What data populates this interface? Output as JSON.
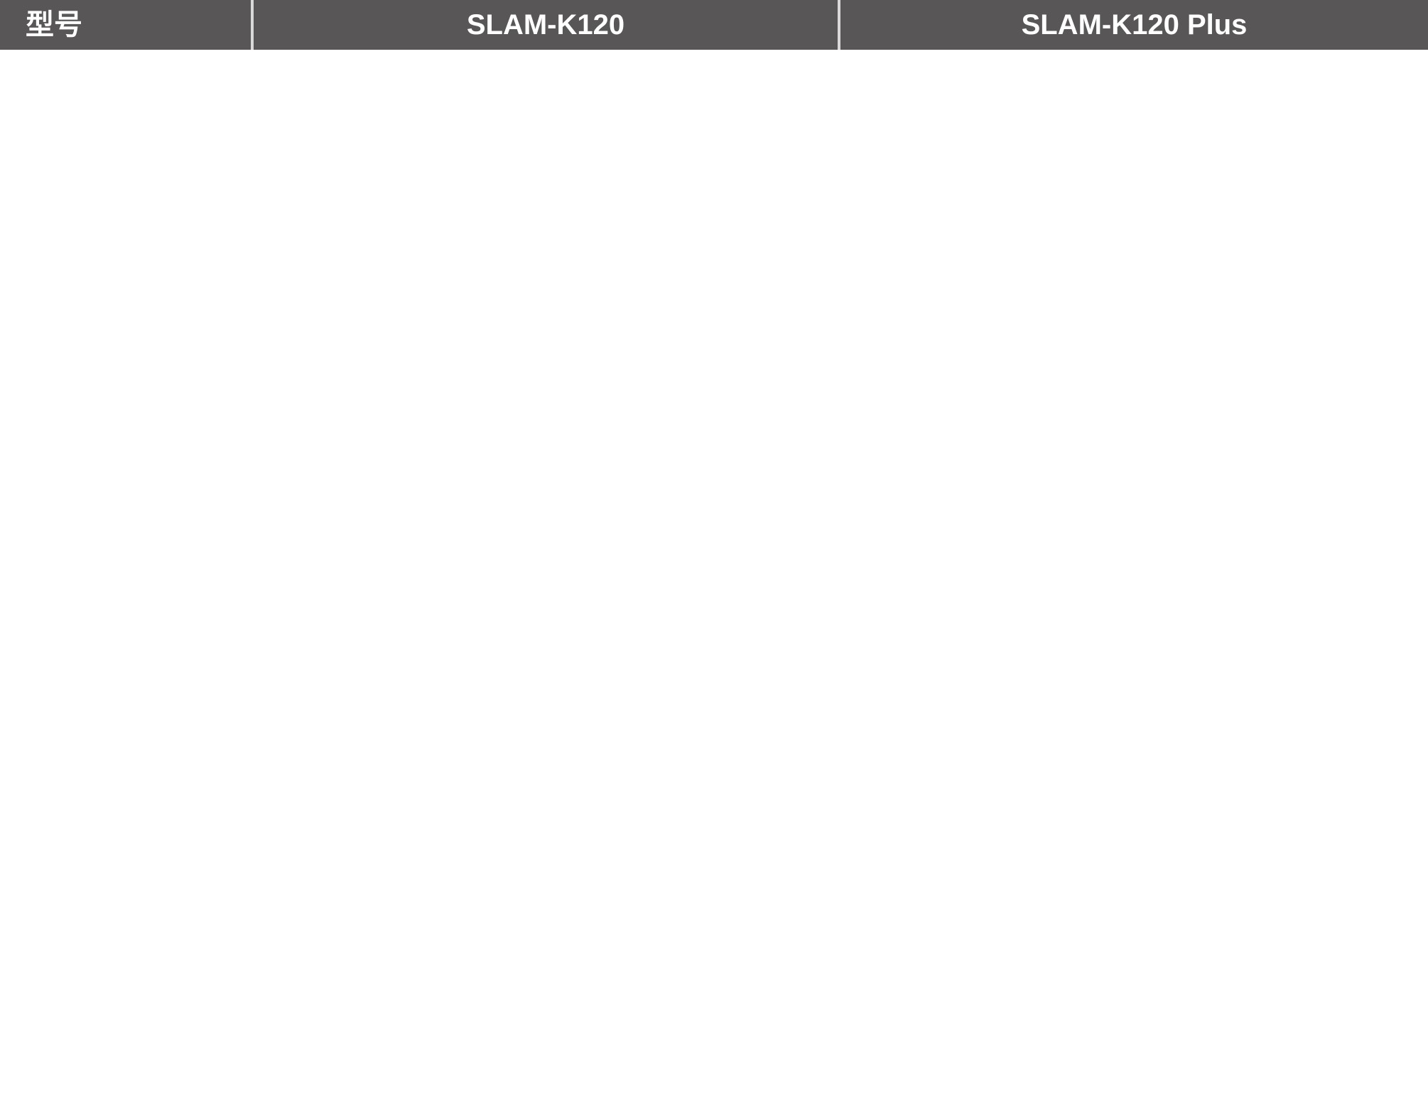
{
  "table": {
    "header": {
      "columns": [
        "型号",
        "SLAM-K120",
        "SLAM-K120 Plus"
      ]
    }
  },
  "colors": {
    "header_bg": "#585657",
    "header_text": "#ffffff",
    "divider": "#d9d9d9",
    "page_bg": "#ffffff"
  }
}
